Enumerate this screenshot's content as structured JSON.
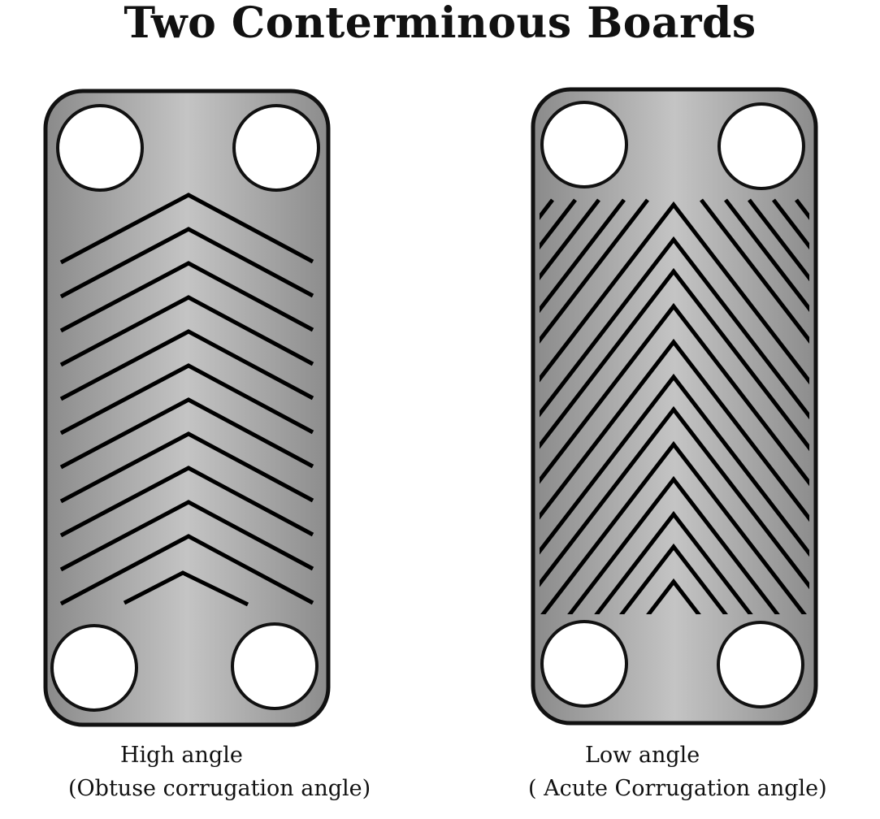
{
  "title": "Two Conterminous Boards",
  "left_board": {
    "label": "High angle",
    "sublabel": "(Obtuse corrugation angle)"
  },
  "right_board": {
    "label": "Low angle",
    "sublabel": "( Acute Corrugation angle)"
  },
  "colors": {
    "plate_edge": "#8c8c8c",
    "plate_center": "#c4c4c4",
    "groove": "#000000",
    "outline": "#111111"
  }
}
